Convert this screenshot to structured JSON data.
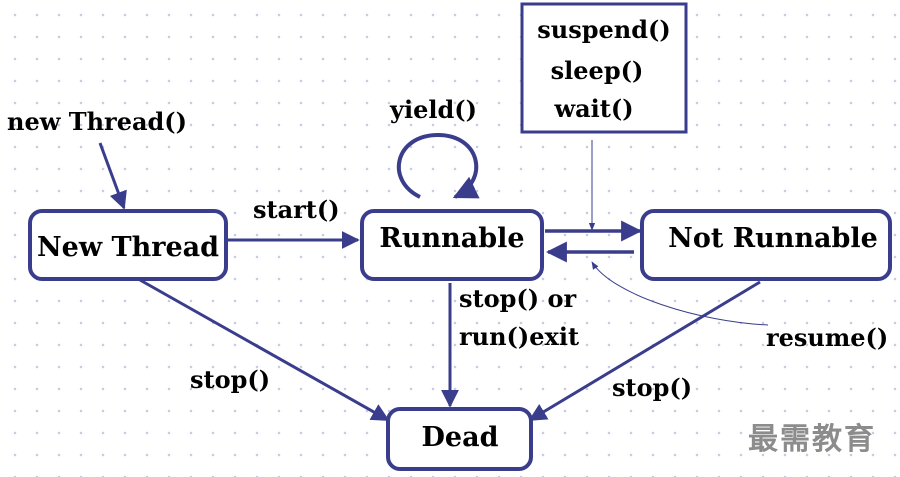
{
  "colors": {
    "stroke": "#3a3d8c",
    "text": "#000000",
    "watermark": "#8c8c8c"
  },
  "nodes": {
    "new_thread": "New Thread",
    "runnable": "Runnable",
    "not_runnable": "Not Runnable",
    "dead": "Dead"
  },
  "blocking_methods": [
    "suspend()",
    "sleep()",
    "wait()"
  ],
  "edges": {
    "create": "new Thread()",
    "start": "start()",
    "yield": "yield()",
    "stop_from_new": "stop()",
    "stop_or_exit_line1": "stop() or",
    "stop_or_exit_line2": "run()exit",
    "resume": "resume()",
    "stop_from_not_runnable": "stop()"
  },
  "watermark": "最需教育"
}
